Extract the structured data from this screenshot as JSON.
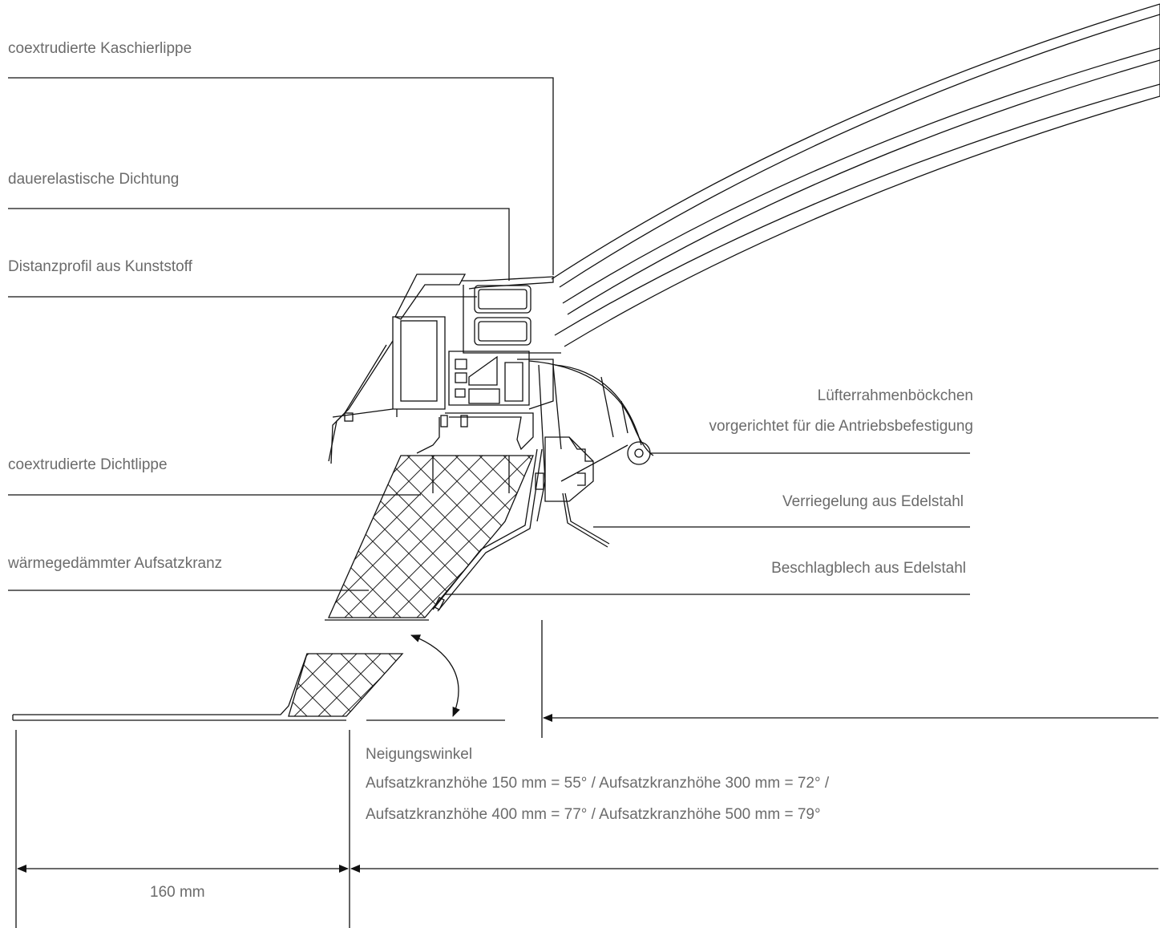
{
  "labels": {
    "kaschierlippe": "coextrudierte Kaschierlippe",
    "dichtung": "dauerelastische Dichtung",
    "distanzprofil": "Distanzprofil aus Kunststoff",
    "dichtlippe": "coextrudierte Dichtlippe",
    "aufsatzkranz": "wärmegedämmter Aufsatzkranz",
    "boeckchen": "Lüfterrahmenböckchen",
    "antrieb": "vorgerichtet für die Antriebsbefestigung",
    "verriegelung": "Verriegelung aus Edelstahl",
    "beschlagblech": "Beschlagblech aus Edelstahl"
  },
  "angle": {
    "title": "Neigungswinkel",
    "line1": "Aufsatzkranzhöhe 150 mm = 55° / Aufsatzkranzhöhe 300 mm = 72° /",
    "line2": "Aufsatzkranzhöhe 400 mm = 77° / Aufsatzkranzhöhe 500 mm = 79°"
  },
  "dimension": {
    "width_label": "160 mm"
  },
  "colors": {
    "line": "#111111",
    "text": "#6b6b6b",
    "background": "#ffffff"
  }
}
